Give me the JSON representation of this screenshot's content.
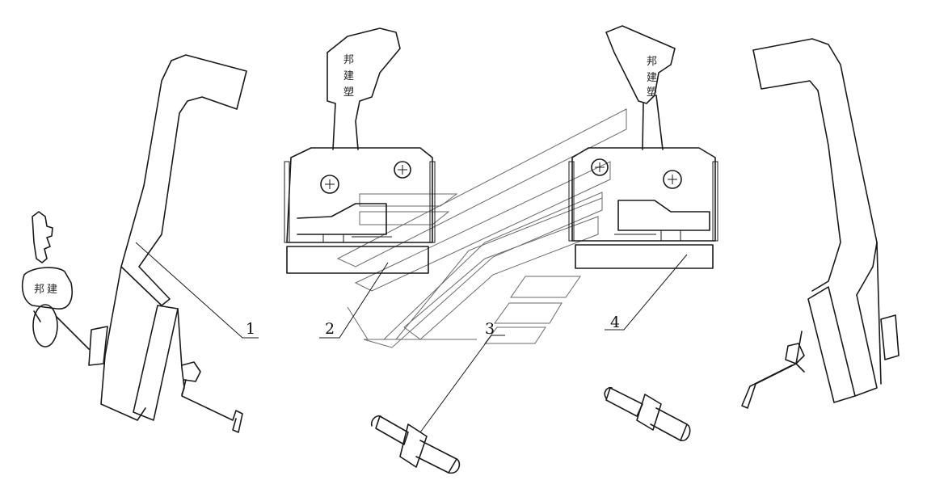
{
  "callouts": [
    {
      "id": "1",
      "text": "1"
    },
    {
      "id": "2",
      "text": "2"
    },
    {
      "id": "3",
      "text": "3"
    },
    {
      "id": "4",
      "text": "4"
    }
  ],
  "handle_labels": {
    "left": [
      "邦",
      "建",
      "塑"
    ],
    "right": [
      "邦",
      "建",
      "塑"
    ]
  },
  "key_tag": [
    "邦",
    "建"
  ],
  "colors": {
    "line": "#1a1a1a",
    "watermark": "#6a6a6a",
    "background": "#ffffff"
  }
}
